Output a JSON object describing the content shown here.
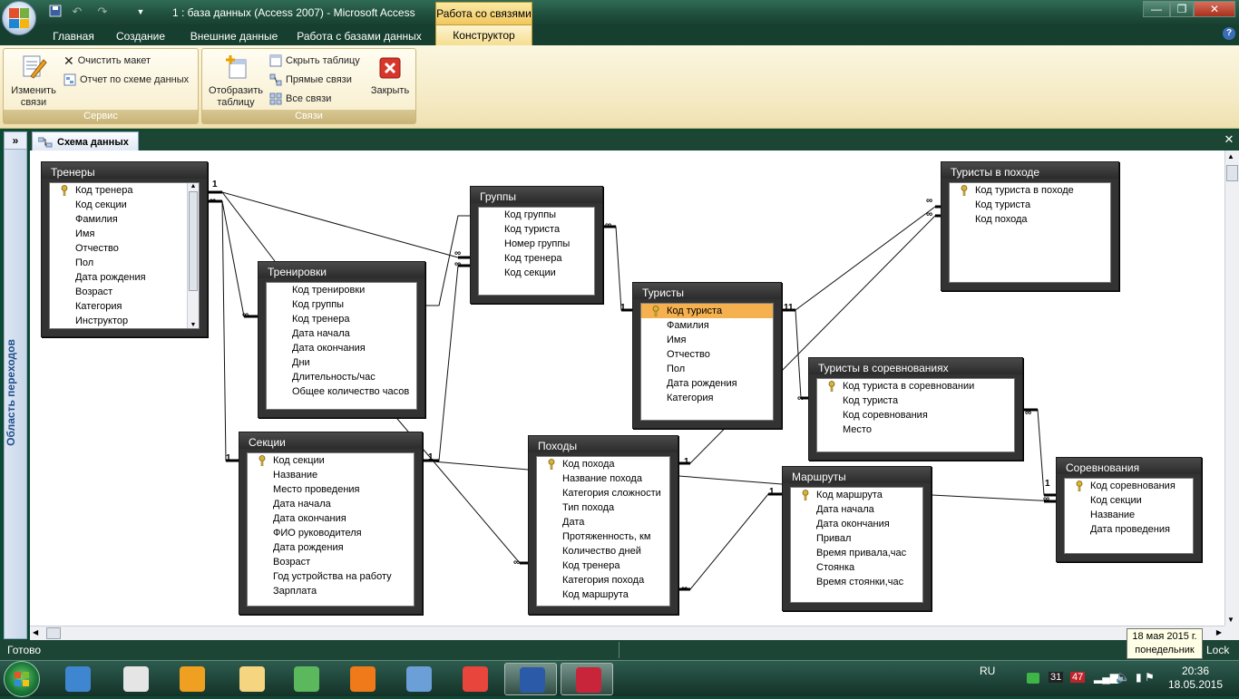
{
  "window": {
    "title": "1 : база данных (Access 2007) - Microsoft Access",
    "context_tab_title": "Работа со связями",
    "controls": {
      "minimize": "—",
      "restore": "❐",
      "close": "✕"
    }
  },
  "quick_access": [
    "save-icon",
    "undo-icon",
    "redo-icon",
    "customize-icon"
  ],
  "ribbon": {
    "tabs": [
      "Главная",
      "Создание",
      "Внешние данные",
      "Работа с базами данных",
      "Конструктор"
    ],
    "active_tab": "Конструктор",
    "groups": {
      "service": {
        "label": "Сервис",
        "edit_relations": "Изменить связи",
        "clear_layout": "Очистить макет",
        "relation_report": "Отчет по схеме данных"
      },
      "relations": {
        "label": "Связи",
        "show_table": "Отобразить таблицу",
        "hide_table": "Скрыть таблицу",
        "direct_relations": "Прямые связи",
        "all_relations": "Все связи",
        "close": "Закрыть"
      }
    },
    "help": "?"
  },
  "nav_pane": {
    "label": "Область переходов",
    "toggle": "»"
  },
  "document": {
    "tab": "Схема данных",
    "close": "✕"
  },
  "tables": {
    "trenery": {
      "title": "Тренеры",
      "fields": [
        "Код тренера",
        "Код секции",
        "Фамилия",
        "Имя",
        "Отчество",
        "Пол",
        "Дата рождения",
        "Возраст",
        "Категория",
        "Инструктор"
      ],
      "key": 0
    },
    "trenirovki": {
      "title": "Тренировки",
      "fields": [
        "Код тренировки",
        "Код  группы",
        "Код тренера",
        "Дата начала",
        "Дата окончания",
        "Дни",
        "Длительность/час",
        "Общее количество часов"
      ]
    },
    "gruppy": {
      "title": "Группы",
      "fields": [
        "Код группы",
        "Код туриста",
        "Номер группы",
        "Код тренера",
        "Код секции"
      ]
    },
    "sekcii": {
      "title": "Секции",
      "fields": [
        "Код секции",
        "Название",
        "Место проведения",
        "Дата начала",
        "Дата окончания",
        "ФИО руководителя",
        "Дата  рождения",
        "Возраст",
        "Год устройства на работу",
        "Зарплата"
      ],
      "key": 0
    },
    "pohody": {
      "title": "Походы",
      "fields": [
        "Код похода",
        "Название похода",
        "Категория сложности",
        "Тип похода",
        "Дата",
        "Протяженность, км",
        "Количество дней",
        "Код тренера",
        "Категория похода",
        "Код маршрута"
      ],
      "key": 0
    },
    "turisty": {
      "title": "Туристы",
      "fields": [
        "Код туриста",
        "Фамилия",
        "Имя",
        "Отчество",
        "Пол",
        "Дата рождения",
        "Категория"
      ],
      "key": 0
    },
    "marshruty": {
      "title": "Маршруты",
      "fields": [
        "Код маршрута",
        "Дата начала",
        "Дата окончания",
        "Привал",
        "Время привала,час",
        "Стоянка",
        "Время стоянки,час"
      ],
      "key": 0
    },
    "turisty_v_pohode": {
      "title": "Туристы в походе",
      "fields": [
        "Код туриста в походе",
        "Код туриста",
        "Код похода"
      ],
      "key": 0
    },
    "turisty_v_sorevn": {
      "title": "Туристы в соревнованиях",
      "fields": [
        "Код туриста в соревновании",
        "Код туриста",
        "Код соревнования",
        "Место"
      ],
      "key": 0
    },
    "sorevnovaniya": {
      "title": "Соревнования",
      "fields": [
        "Код соревнования",
        "Код секции",
        "Название",
        "Дата проведения"
      ],
      "key": 0
    }
  },
  "cardinality": {
    "one": "1",
    "many": "∞",
    "one_one": "11"
  },
  "status": {
    "left": "Готово",
    "right": "Lock"
  },
  "tooltip": {
    "line1": "18 мая 2015 г.",
    "line2": "понедельник"
  },
  "taskbar": {
    "apps": [
      "media-player-icon",
      "video-converter-icon",
      "headphones-icon",
      "explorer-icon",
      "pen-icon",
      "vlc-icon",
      "photo-viewer-icon",
      "chrome-icon",
      "word-icon",
      "access-icon"
    ],
    "tray": {
      "lang": "RU",
      "num1": "31",
      "num2": "47"
    },
    "clock": {
      "time": "20:36",
      "date": "18.05.2015"
    }
  },
  "colors": {
    "selected_field": "#f5b14f",
    "table_frame": "#333333",
    "accent": "#f5dd8e"
  }
}
